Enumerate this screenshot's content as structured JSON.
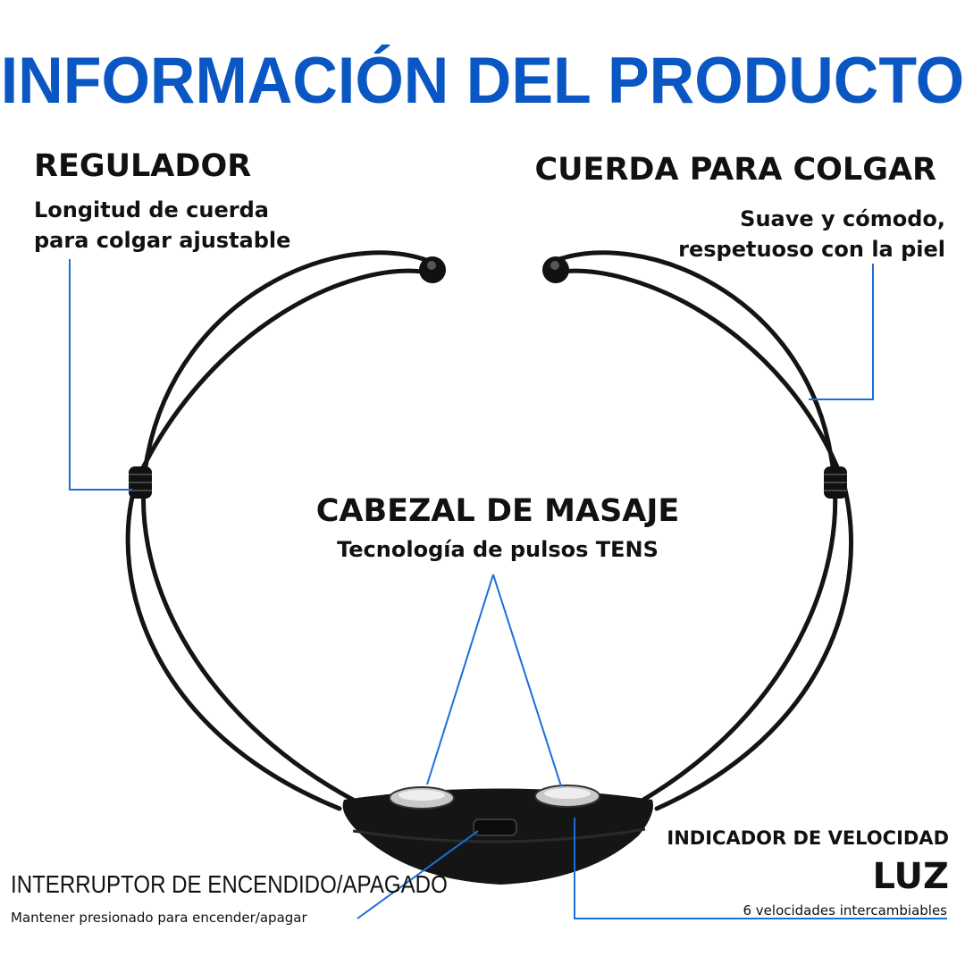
{
  "title": "INFORMACIÓN DEL PRODUCTO",
  "colors": {
    "accent": "#0a57c4",
    "line": "#1a6fd8",
    "device": "#141414"
  },
  "regulator": {
    "heading": "REGULADOR",
    "line1": "Longitud de cuerda",
    "line2": "para colgar ajustable"
  },
  "cord": {
    "heading": "CUERDA PARA COLGAR",
    "line1": "Suave y cómodo,",
    "line2": "respetuoso con la piel"
  },
  "head": {
    "heading": "CABEZAL DE MASAJE",
    "subtitle": "Tecnología de pulsos TENS"
  },
  "switch": {
    "heading": "INTERRUPTOR DE ENCENDIDO/APAGADO",
    "note": "Mantener presionado para encender/apagar"
  },
  "speed": {
    "heading": "INDICADOR DE VELOCIDAD",
    "big": "LUZ",
    "note": "6 velocidades intercambiables"
  }
}
